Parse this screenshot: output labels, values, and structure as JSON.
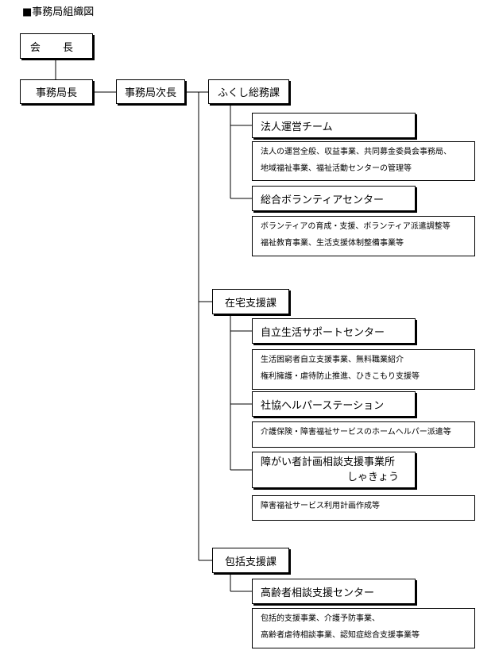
{
  "title": "■事務局組織図",
  "nodes": {
    "kaicho": "会 長",
    "jimukyokucho": "事務局長",
    "jimukyokujicho": "事務局次長",
    "fukushi_somuka": "ふくし総務課",
    "hojin_team": "法人運営チーム",
    "hojin_desc": [
      "法人の運営全般、収益事業、共同募金委員会事務局、",
      "地域福祉事業、福祉活動センターの管理等"
    ],
    "volunteer_center": "総合ボランティアセンター",
    "volunteer_desc": [
      "ボランティアの育成・支援、ボランティア派遣調整等",
      "福祉教育事業、生活支援体制整備事業等"
    ],
    "zaitaku_ka": "在宅支援課",
    "jiritsu_center": "自立生活サポートセンター",
    "jiritsu_desc": [
      "生活困窮者自立支援事業、無料職業紹介",
      "権利擁護・虐待防止推進、ひきこもり支援等"
    ],
    "helper_station": "社協ヘルパーステーション",
    "helper_desc": [
      "介護保険・障害福祉サービスのホームヘルパー派遣等"
    ],
    "shogai_office": [
      "障がい者計画相談支援事業所",
      "しゃきょう"
    ],
    "shogai_desc": [
      "障害福祉サービス利用計画作成等"
    ],
    "hokatsu_ka": "包括支援課",
    "korei_center": "高齢者相談支援センター",
    "korei_desc": [
      "包括的支援事業、介護予防事業、",
      "高齢者虐待相談事業、認知症総合支援事業等"
    ]
  }
}
